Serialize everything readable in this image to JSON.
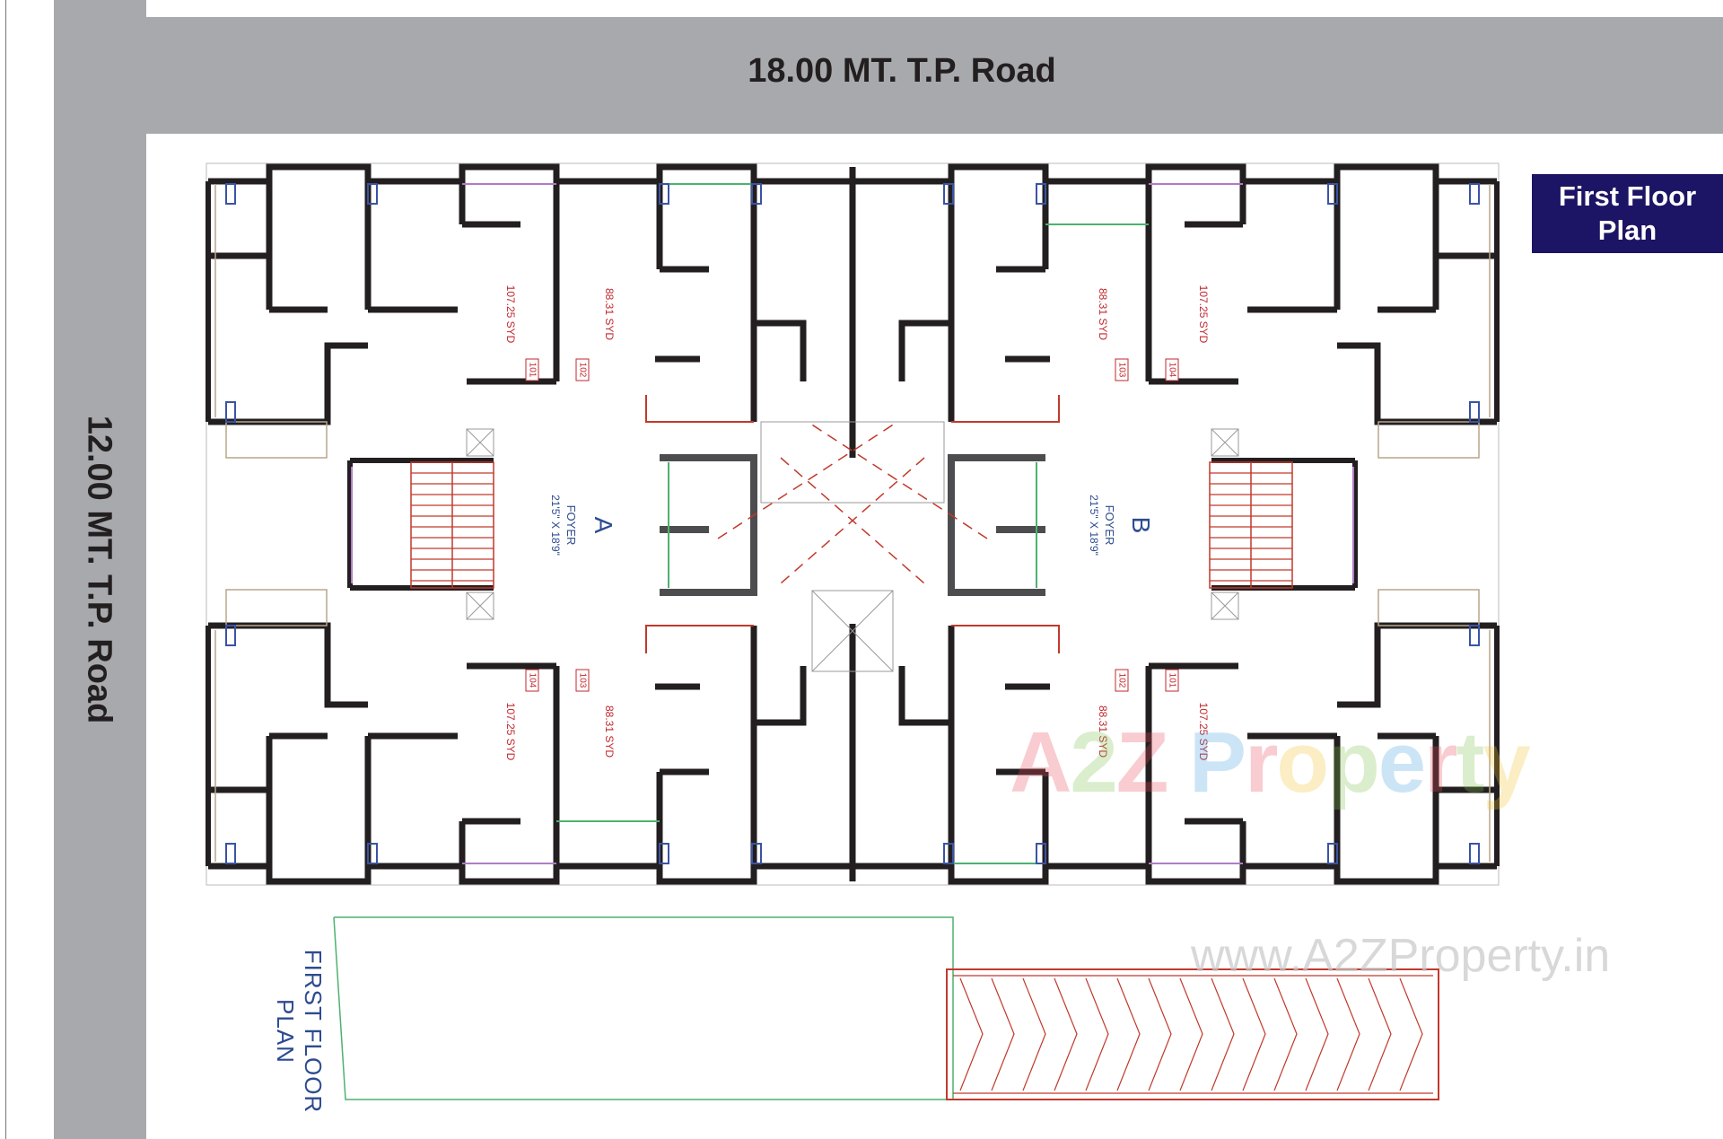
{
  "roads": {
    "top": "18.00 MT. T.P. Road",
    "left": "12.00 MT. T.P. Road"
  },
  "title": {
    "line1": "First Floor",
    "line2": "Plan"
  },
  "plan_label": "FIRST FLOOR PLAN",
  "wings": {
    "a": "A",
    "b": "B"
  },
  "foyer": {
    "name": "FOYER",
    "size": "21'5\" X 18'9\""
  },
  "flat_numbers": [
    "101",
    "102",
    "103",
    "104"
  ],
  "areas": {
    "large": "107.25 SYD",
    "small": "88.31 SYD"
  },
  "watermark": {
    "logo": "A2Z Property",
    "url": "www.A2ZProperty.in",
    "letters": [
      "A",
      "2",
      "Z",
      " ",
      "P",
      "r",
      "o",
      "p",
      "e",
      "r",
      "t",
      "y"
    ],
    "letter_colors": [
      "#e94c5b",
      "#7cc04b",
      "#e94c5b",
      "#ffffff",
      "#4aa3df",
      "#e94c5b",
      "#f2c12e",
      "#7cc04b",
      "#4aa3df",
      "#e94c5b",
      "#7cc04b",
      "#f2c12e"
    ]
  },
  "colors": {
    "road": "#a7a9ac",
    "title_bg": "#1c1464",
    "wall": "#231f20",
    "stair": "#c1392b",
    "label": "#2d4b8f",
    "area_text": "#c1272d"
  }
}
